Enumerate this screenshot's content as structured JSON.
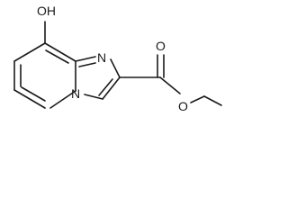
{
  "molecule": {
    "atoms": {
      "hydroxyl": "OH",
      "ring_nitrogen": "N",
      "bridgehead_nitrogen": "N",
      "carbonyl_oxygen": "O",
      "ester_oxygen": "O"
    },
    "ink_color": "#1a1a1a",
    "background_color": "#ffffff"
  }
}
